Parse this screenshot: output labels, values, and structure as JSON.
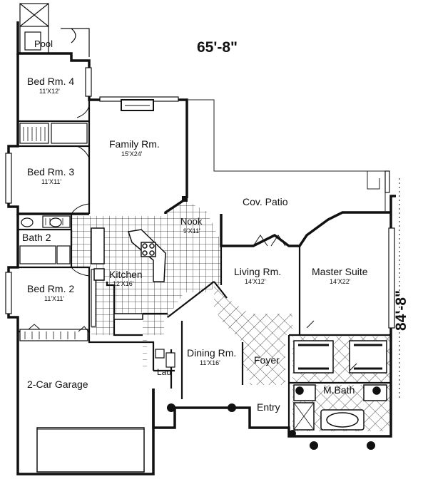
{
  "plan": {
    "overall_width": "65'-8\"",
    "overall_depth": "84'-8\"",
    "rooms": {
      "pool": {
        "name": "Pool"
      },
      "bed4": {
        "name": "Bed Rm. 4",
        "size": "11'X12'"
      },
      "family": {
        "name": "Family Rm.",
        "size": "15'X24'"
      },
      "bed3": {
        "name": "Bed Rm. 3",
        "size": "11'X11'"
      },
      "cov_patio": {
        "name": "Cov. Patio"
      },
      "nook": {
        "name": "Nook",
        "size": "9'X11'"
      },
      "bath2": {
        "name": "Bath 2"
      },
      "kitchen": {
        "name": "Kitchen",
        "size": "12'X16'"
      },
      "living": {
        "name": "Living Rm.",
        "size": "14'X12'"
      },
      "master": {
        "name": "Master Suite",
        "size": "14'X22'"
      },
      "bed2": {
        "name": "Bed Rm. 2",
        "size": "11'X11'"
      },
      "dining": {
        "name": "Dining Rm.",
        "size": "11'X16'"
      },
      "foyer": {
        "name": "Foyer"
      },
      "garage": {
        "name": "2-Car Garage"
      },
      "laundry": {
        "name": "Lau"
      },
      "mbath": {
        "name": "M.Bath"
      },
      "entry": {
        "name": "Entry"
      }
    }
  }
}
